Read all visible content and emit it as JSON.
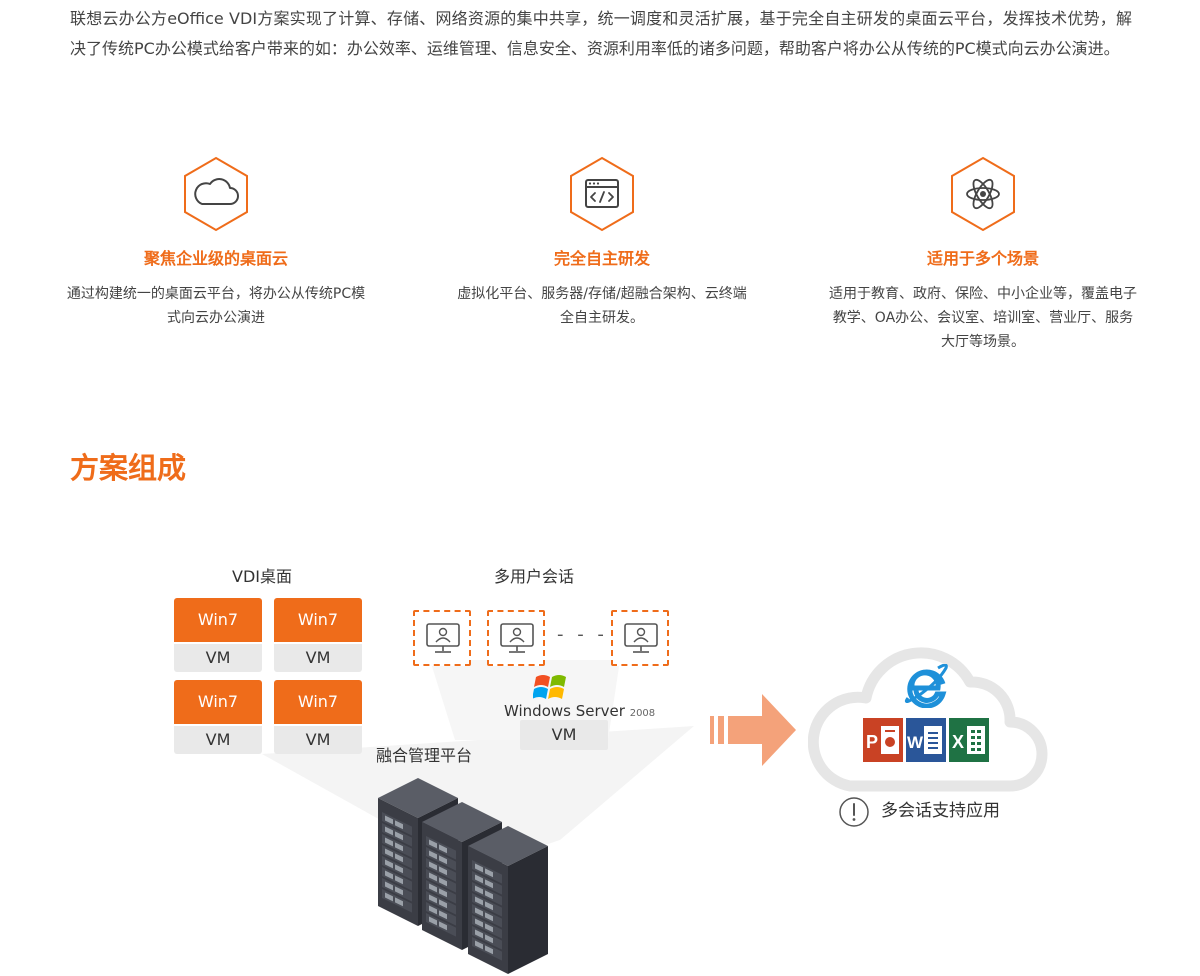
{
  "intro": {
    "text": "联想云办公方eOffice VDI方案实现了计算、存储、网络资源的集中共享，统一调度和灵活扩展，基于完全自主研发的桌面云平台，发挥技术优势，解决了传统PC办公模式给客户带来的如：办公效率、运维管理、信息安全、资源利用率低的诸多问题，帮助客户将办公从传统的PC模式向云办公演进。"
  },
  "features": [
    {
      "icon": "cloud-icon",
      "title": "聚焦企业级的桌面云",
      "desc": "通过构建统一的桌面云平台，将办公从传统PC模式向云办公演进"
    },
    {
      "icon": "code-window-icon",
      "title": "完全自主研发",
      "desc": "虚拟化平台、服务器/存储/超融合架构、云终端全自主研发。"
    },
    {
      "icon": "atom-icon",
      "title": "适用于多个场景",
      "desc": "适用于教育、政府、保险、中小企业等，覆盖电子教学、OA办公、会议室、培训室、营业厅、服务大厅等场景。"
    }
  ],
  "section": {
    "title": "方案组成"
  },
  "diagram": {
    "vdi_label": "VDI桌面",
    "multi_session_label": "多用户会话",
    "platform_label": "融合管理平台",
    "vm_cards": [
      {
        "os": "Win7",
        "vm": "VM"
      },
      {
        "os": "Win7",
        "vm": "VM"
      },
      {
        "os": "Win7",
        "vm": "VM"
      },
      {
        "os": "Win7",
        "vm": "VM"
      }
    ],
    "session_separator": "- - -",
    "windows_server": {
      "name": "Windows Server",
      "version": "2008",
      "vm": "VM"
    },
    "cloud_note": "多会话支持应用",
    "colors": {
      "accent": "#ef6c1a",
      "vm_gray": "#e9e9e9",
      "arrow": "#f4a27a",
      "cloud": "#e6e6e6",
      "ppt": "#c94224",
      "word": "#2a5699",
      "excel": "#1f7244",
      "ie": "#1e90d9",
      "server_dark": "#3b3d45"
    }
  }
}
